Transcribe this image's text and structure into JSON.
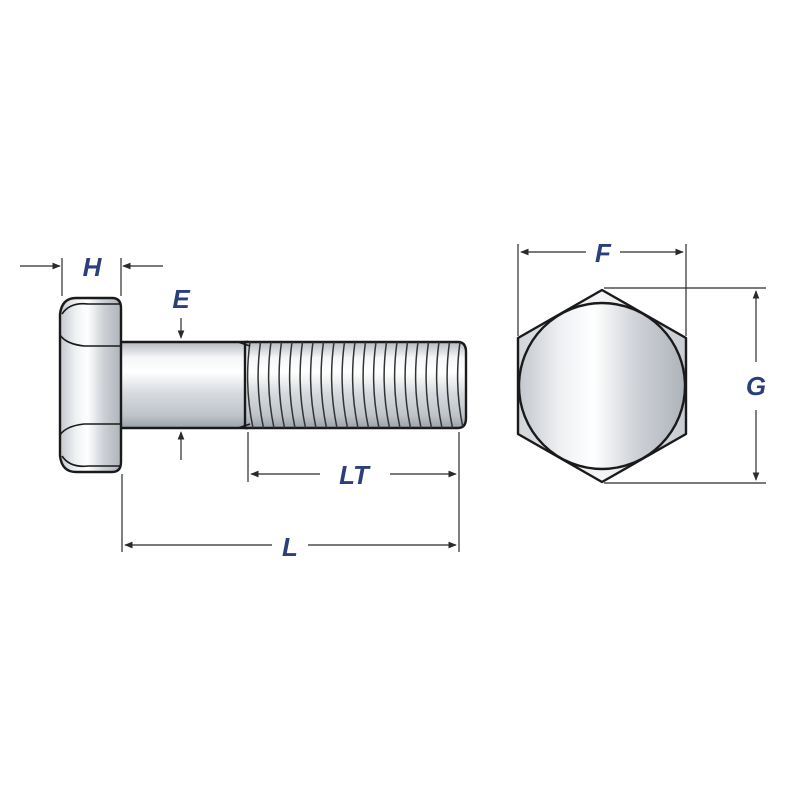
{
  "labels": {
    "H": "H",
    "E": "E",
    "LT": "LT",
    "L": "L",
    "F": "F",
    "G": "G"
  },
  "colors": {
    "label": "#2b3f7a",
    "outline": "#1a1a1a",
    "metal_light": "#ffffff",
    "metal_mid": "#d9dde2",
    "metal_dark": "#9aa0a8"
  }
}
